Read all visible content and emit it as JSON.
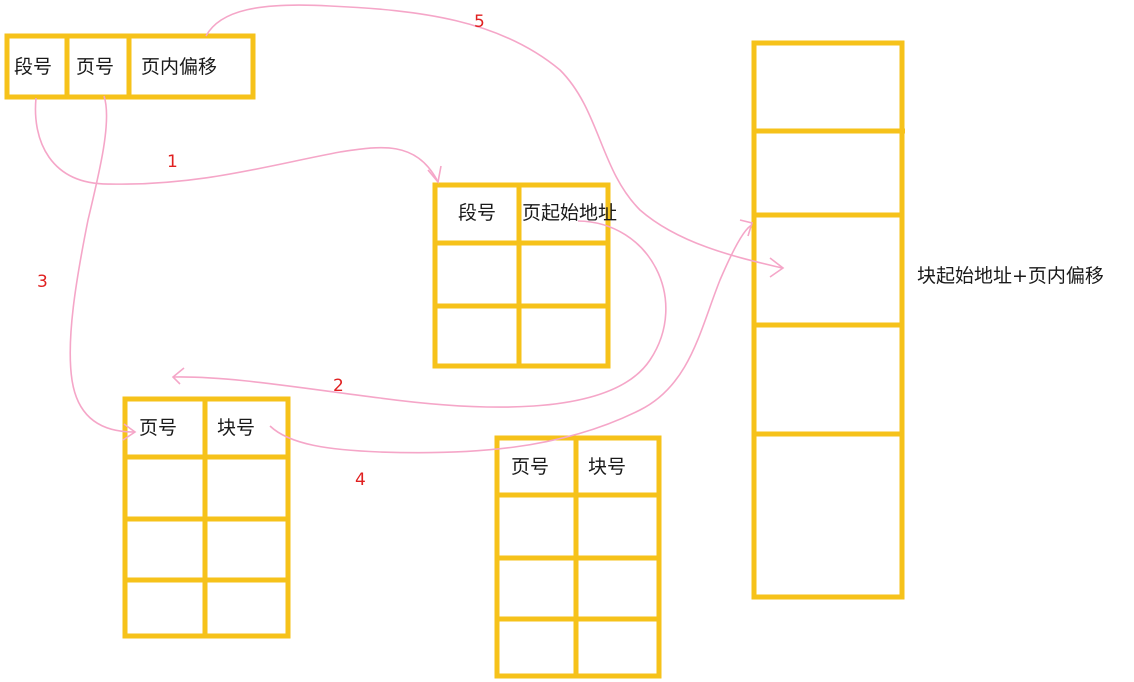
{
  "address": {
    "segment_no": "段号",
    "page_no": "页号",
    "page_offset": "页内偏移"
  },
  "segment_table": {
    "col_segment_no": "段号",
    "col_page_start": "页起始地址"
  },
  "page_table_1": {
    "col_page_no": "页号",
    "col_block_no": "块号"
  },
  "page_table_2": {
    "col_page_no": "页号",
    "col_block_no": "块号"
  },
  "memory": {
    "result_label": "块起始地址+页内偏移"
  },
  "steps": {
    "s1": "1",
    "s2": "2",
    "s3": "3",
    "s4": "4",
    "s5": "5"
  },
  "colors": {
    "box_stroke": "#f6c21a",
    "arrow_stroke": "#f5a6c8",
    "step_label": "#e02020"
  }
}
